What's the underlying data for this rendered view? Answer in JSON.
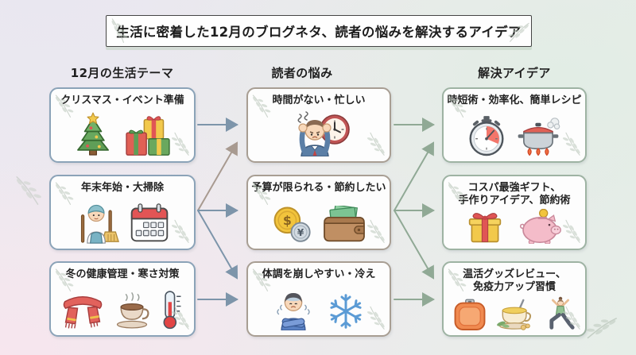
{
  "title": "生活に密着した12月のブログネタ、読者の悩みを解決するアイデア",
  "columns": [
    {
      "header": "12月の生活テーマ",
      "accent": "#8ba3b8",
      "boxes": [
        {
          "label": "クリスマス・イベント準備"
        },
        {
          "label": "年末年始・大掃除"
        },
        {
          "label": "冬の健康管理・寒さ対策"
        }
      ]
    },
    {
      "header": "読者の悩み",
      "accent": "#a89e93",
      "boxes": [
        {
          "label": "時間がない・忙しい"
        },
        {
          "label": "予算が限られる・節約したい"
        },
        {
          "label": "体調を崩しやすい・冷え"
        }
      ]
    },
    {
      "header": "解決アイデア",
      "accent": "#9eb3a3",
      "boxes": [
        {
          "label": "時短術・効率化、簡単レシピ"
        },
        {
          "label": "コスパ最強ギフト、\n手作りアイデア、節約術"
        },
        {
          "label": "温活グッズレビュー、\n免疫力アップ習慣"
        }
      ]
    }
  ],
  "arrows": {
    "blue": "#7d95aa",
    "tan": "#a89a90",
    "green": "#90a995"
  }
}
